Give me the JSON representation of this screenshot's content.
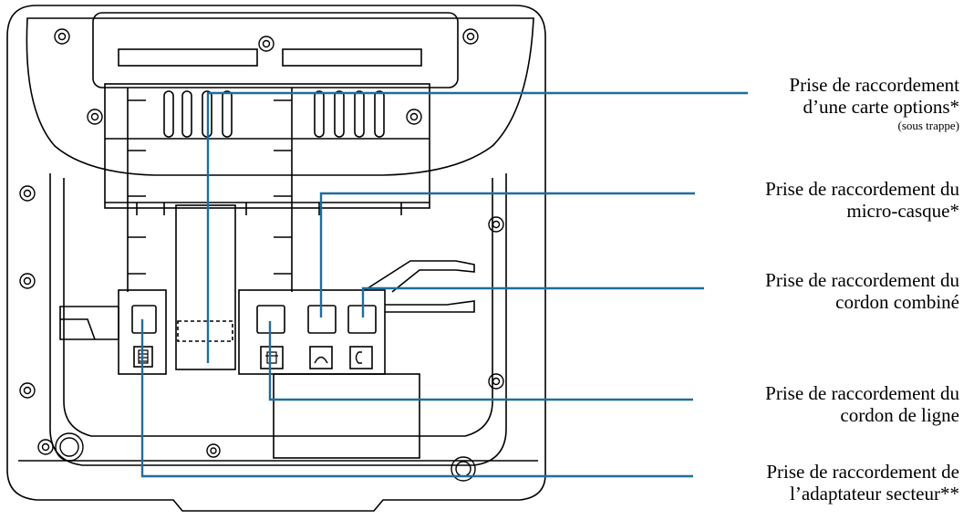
{
  "diagram": {
    "line_color": "#1f6e9c",
    "labels": [
      {
        "id": "options-card-port",
        "line1": "Prise de raccordement",
        "line2": "d’une carte options*",
        "note": "(sous trappe)"
      },
      {
        "id": "headset-port",
        "line1": "Prise de raccordement du",
        "line2": "micro-casque*"
      },
      {
        "id": "handset-port",
        "line1": "Prise de raccordement du",
        "line2": "cordon combiné"
      },
      {
        "id": "line-port",
        "line1": "Prise de raccordement du",
        "line2": "cordon de ligne"
      },
      {
        "id": "power-port",
        "line1": "Prise de raccordement de",
        "line2": "l’adaptateur secteur**"
      }
    ]
  }
}
